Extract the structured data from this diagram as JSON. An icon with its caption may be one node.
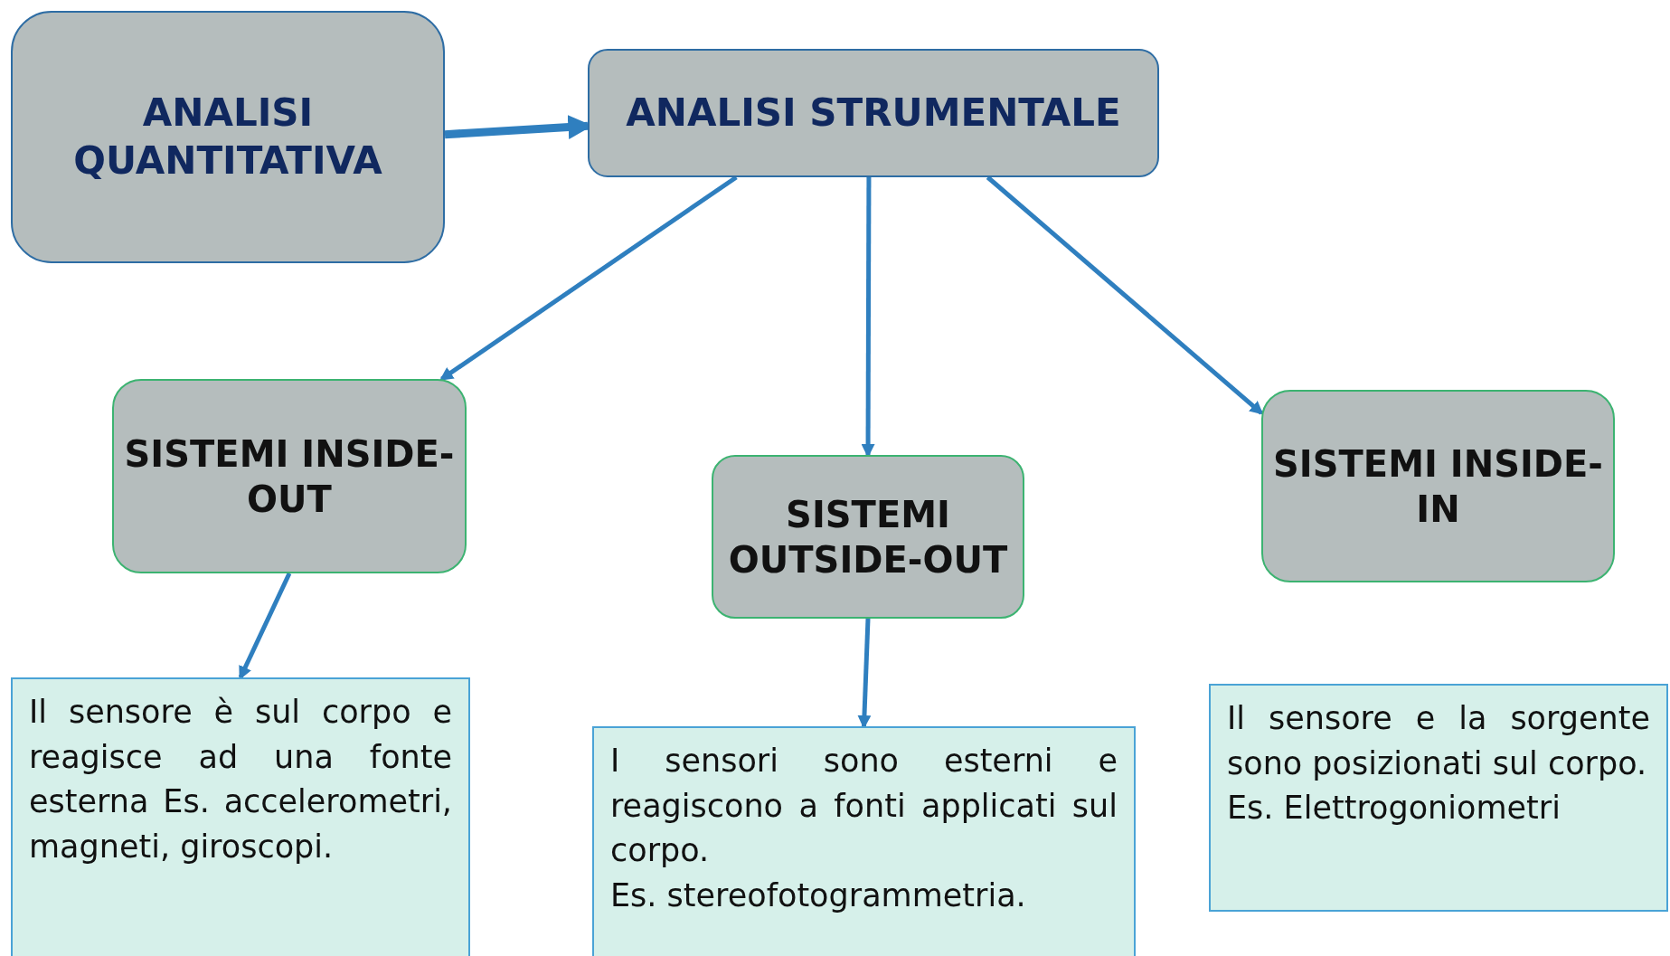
{
  "diagram": {
    "nodes": [
      {
        "text": [
          "ANALISI QUANTITATIVA"
        ]
      },
      {
        "text": [
          "ANALISI STRUMENTALE"
        ]
      },
      {
        "text": [
          "SISTEMI INSIDE-OUT"
        ]
      },
      {
        "text": [
          "SISTEMI OUTSIDE-OUT"
        ]
      },
      {
        "text": [
          "SISTEMI INSIDE-IN"
        ]
      },
      {
        "text": [
          "Il sensore è sul corpo e reagisce ad una fonte esterna Es. accelerometri, magneti, giroscopi."
        ]
      },
      {
        "text": [
          "I sensori sono esterni e reagiscono a fonti applicati sul corpo.",
          "Es. stereofotogrammetria."
        ]
      },
      {
        "text": [
          "Il sensore e la sorgente sono posizionati sul corpo.",
          "Es. Elettrogoniometri"
        ]
      }
    ],
    "edges": [
      {
        "from": 0,
        "to": 1,
        "arrow": "to",
        "style": "thick"
      },
      {
        "from": 1,
        "to": 2,
        "arrow": "to"
      },
      {
        "from": 1,
        "to": 3,
        "arrow": "to"
      },
      {
        "from": 1,
        "to": 4,
        "arrow": "to"
      },
      {
        "from": 2,
        "to": 5,
        "arrow": "to"
      },
      {
        "from": 3,
        "to": 6,
        "arrow": "to"
      }
    ]
  }
}
